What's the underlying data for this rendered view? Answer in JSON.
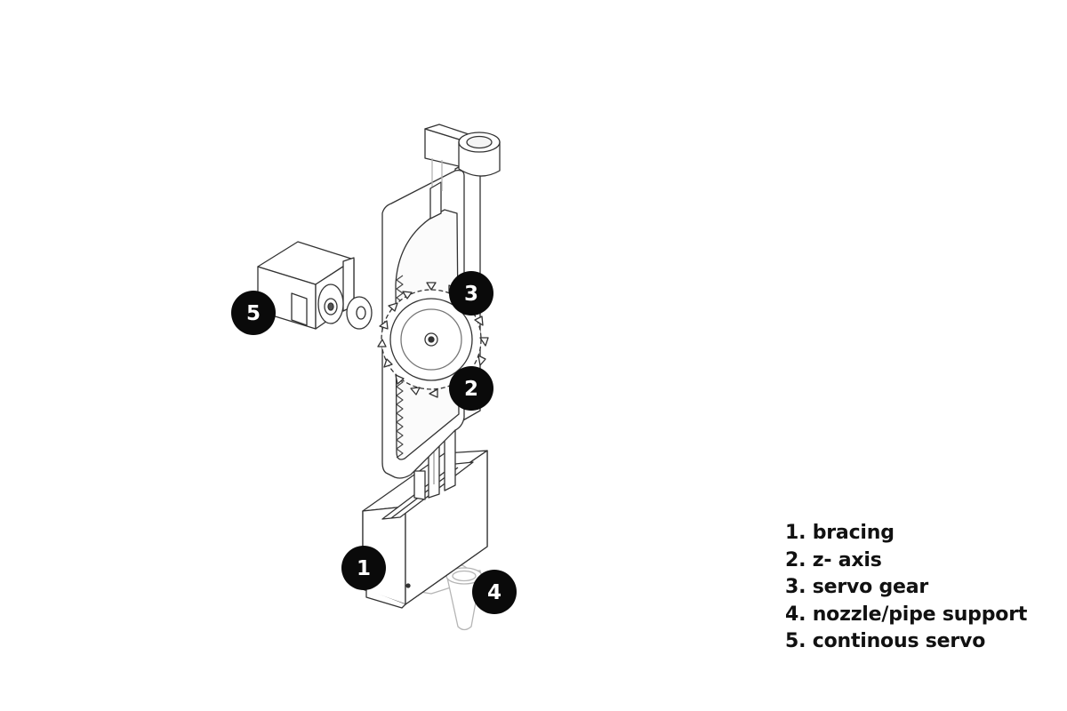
{
  "callouts": [
    {
      "number": "1",
      "label": "1. bracing"
    },
    {
      "number": "2",
      "label": "2. z- axis"
    },
    {
      "number": "3",
      "label": "3. servo gear"
    },
    {
      "number": "4",
      "label": "4. nozzle/pipe support"
    },
    {
      "number": "5",
      "label": "5. continous servo"
    }
  ],
  "colors": {
    "line": "#333333",
    "badge": "#0a0a0a",
    "badge_text": "#ffffff",
    "ghost_line": "#b5b5b5"
  }
}
